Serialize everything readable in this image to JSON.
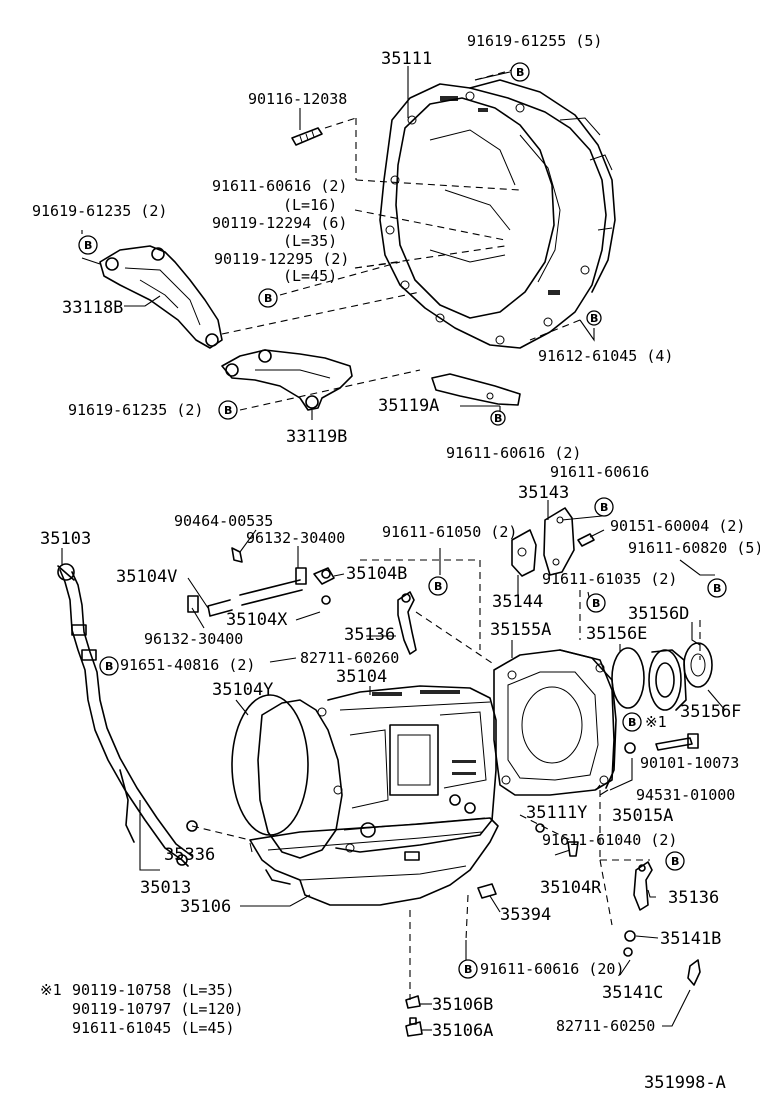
{
  "diagram_id": "351998-A",
  "bolt_marker": "B",
  "labels": {
    "p35111": "35111",
    "p9161961255": "91619-61255 (5)",
    "p9011612038": "90116-12038",
    "p9161160616a": "91611-60616 (2)",
    "l16": "(L=16)",
    "p9011912294": "90119-12294 (6)",
    "l35": "(L=35)",
    "p9011912295": "90119-12295 (2)",
    "l45": "(L=45)",
    "p9161961235a": "91619-61235 (2)",
    "p33118B": "33118B",
    "p9161261045": "91612-61045 (4)",
    "p9161961235b": "91619-61235 (2)",
    "p35119A": "35119A",
    "p33119B": "33119B",
    "p9161160616b": "91611-60616 (2)",
    "p9161160616c": "91611-60616",
    "p35143": "35143",
    "p35103": "35103",
    "p9046400535": "90464-00535",
    "p9613230400a": "96132-30400",
    "p9161161050": "91611-61050 (2)",
    "p9015160004": "90151-60004 (2)",
    "p9161160820": "91611-60820 (5)",
    "p35104V": "35104V",
    "p35104B": "35104B",
    "p35144": "35144",
    "p9161161035": "91611-61035 (2)",
    "p35156D": "35156D",
    "p9613230400b": "96132-30400",
    "p35104X": "35104X",
    "p35155A": "35155A",
    "p35156E": "35156E",
    "p35136a": "35136",
    "p9165140816": "91651-40816 (2)",
    "p8271160260": "82711-60260",
    "p35104Y": "35104Y",
    "p35104": "35104",
    "p35156F": "35156F",
    "mark1": "※1",
    "p9010110073": "90101-10073",
    "p9453101000": "94531-01000",
    "p35015A": "35015A",
    "p35111Y": "35111Y",
    "p9161161040": "91611-61040 (2)",
    "p35336": "35336",
    "p35013": "35013",
    "p35104R": "35104R",
    "p35136b": "35136",
    "p35106": "35106",
    "p35394": "35394",
    "p35141B": "35141B",
    "p9161160616d": "91611-60616 (20)",
    "p35141C": "35141C",
    "p35106B": "35106B",
    "p8271160250": "82711-60250",
    "p35106A": "35106A"
  },
  "footnote": {
    "marker": "※1",
    "line1": "90119-10758 (L=35)",
    "line2": "90119-10797 (L=120)",
    "line3": "91611-61045 (L=45)"
  }
}
